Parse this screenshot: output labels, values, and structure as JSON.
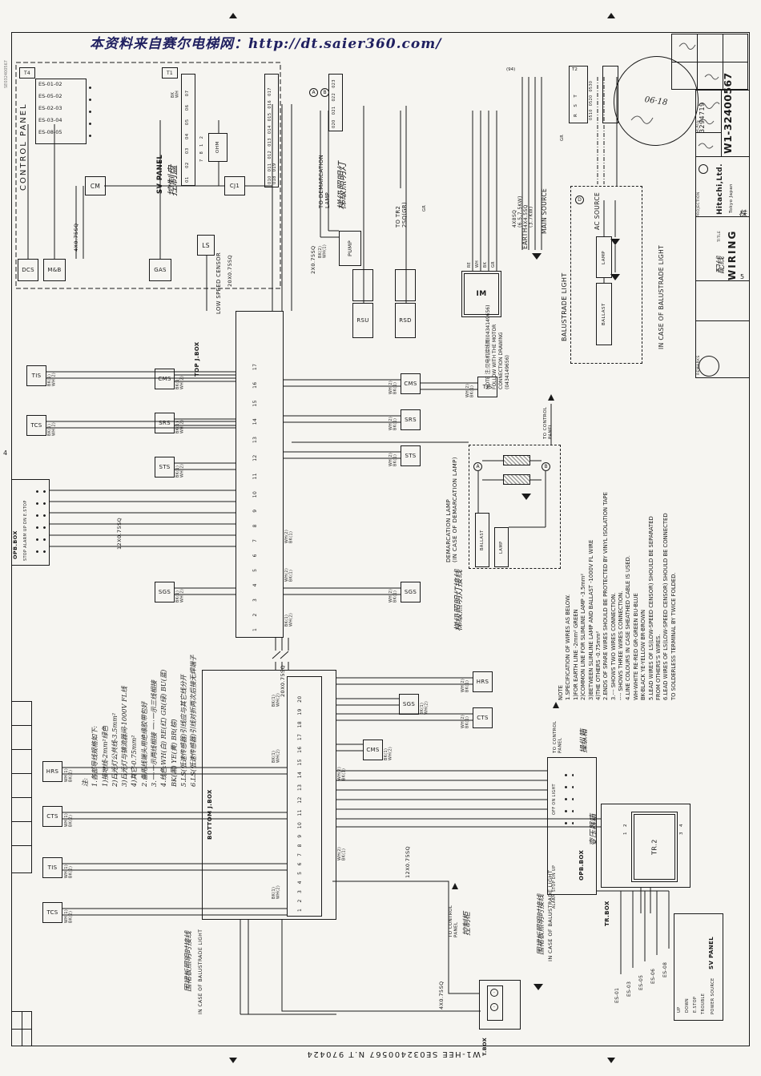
{
  "meta": {
    "watermark": "本资料来自赛尔电梯网：http://dt.saier360.com/",
    "footer_mirrored": "W1-HEE SE032400567 N.T 970424",
    "doc_small": "SE032400567",
    "zone4": "4"
  },
  "title_block": {
    "drawing_no": "3294719",
    "doc_no": "W1-32400567",
    "company": "Hitachi,Ltd.",
    "location": "Tokyo Japan",
    "projection": "PROJECTION",
    "scale": "SCALE",
    "title_label": "TITLE",
    "title": "WIRING",
    "title_cn": "配线",
    "remarks": "REMARKS",
    "sheet": "5",
    "kabu": "株",
    "stamp_date": "06·18"
  },
  "panels": {
    "control_panel": "CONTROL PANEL",
    "sv_panel": "SV PANEL",
    "sv_panel_cn": "控制盘",
    "top_jbox": "TOP J.BOX",
    "bottom_jbox": "BOTTOM J.BOX",
    "opb_box": "OPB.BOX",
    "tr_box": "TR.BOX",
    "tr2": "TR.2",
    "t_box": "T.BOX",
    "sv_panel2": "SV PANEL"
  },
  "comp": {
    "t4": "T4",
    "t1": "T1",
    "t2": "T2",
    "cm": "CM",
    "cj1": "CJ1",
    "ohm": "OHM",
    "dcs": "DCS",
    "mb": "M&B",
    "gas": "GAS",
    "ls": "LS",
    "pump": "PUMP",
    "rsu": "RSU",
    "rsd": "RSD",
    "im": "IM",
    "lamp": "LAMP",
    "ballast": "BALLAST",
    "tag94": "(94)",
    "gr": "GR"
  },
  "sens": {
    "tis": "TIS",
    "tcs": "TCS",
    "cms": "CMS",
    "srs": "SRS",
    "sts": "STS",
    "sgs": "SGS",
    "hrs": "HRS",
    "cts": "CTS"
  },
  "wires": {
    "w4": "4X0.75SQ",
    "w20": "20X0.75SQ",
    "w2": "2X0.75SQ",
    "w12": "12X0.75SQ"
  },
  "pins": {
    "strip1": "01 02 03 04 05 06 07",
    "strip2": "010 011 012 013 014 015 016 017 018 019",
    "strip3": "020 021 022 023",
    "ohm": "7 8 1 2",
    "t2rst": "R S T",
    "t2codes": "0510 0520 0530",
    "bw": "BK\nWH",
    "top_jbox": "1 2 3 4 5 6 7 8 9 10 11 12 13 14 15 16 17",
    "bottom_jbox": "1 2 3 4 5 6 7 8 9 10 11 12 13 14 15 16 17 18 19 20",
    "pair_bw": "BK(1)\nWH(2)",
    "pair_wb": "WH(2)\nBK(1)",
    "pair_bw2": "BK(2)\nWH(1)",
    "pair_wb2": "WH(1)\nBK(2)",
    "tr12": "1 2",
    "tr34": "3 4",
    "im_tags": [
      "RE",
      "WH",
      "BK",
      "GR"
    ]
  },
  "labels": {
    "low_speed": "LOW SPEED CENSOR",
    "to_demarc": "TO DEMARCATION\nLAMP",
    "to_tr2": "TO TR2\n2SQ(GR)",
    "main_source": "MAIN SOURCE",
    "earth": "EARTH",
    "ac_source": "AC SOURCE",
    "power_spec": "4X8SQ\n(6.5,7.5KW)\n4X4.5SQ\n(3.7KW)",
    "balustrade": "BALUSTRADE LIGHT",
    "in_case_bal": "IN CASE OF BALUSTRADE LIGHT",
    "demarc_lamp": "DEMARCATION LAMP\n(IN CASE OF DEMARCATION LAMP)",
    "to_ctrl": "TO CONTROL\nPANEL",
    "motor_note": "NOTE 注:见电机接线图(0434149656)\nFOLLOW WITH THE MOTOR\nCONNECTION DRAWING (0434149656)",
    "opb_row": "STOP ALARM UP DN E.STOP",
    "opb2_row1": "OFF ON LIGHT",
    "opb2_row2": "ALARM STOP DN UP",
    "sv_items": [
      "UP",
      "DOWN",
      "E.STOP",
      "TROUBLE",
      "POWER SOURCE"
    ],
    "es_items": [
      "ES-01",
      "ES-03",
      "ES-05",
      "ES-06",
      "ES-08"
    ],
    "es_top": [
      "ES-01-02",
      "ES-05-02",
      "ES-02-03",
      "ES-03-04",
      "ES-08-05"
    ]
  },
  "letters": {
    "a": "A",
    "b": "B",
    "d": "D"
  },
  "notes": {
    "en": "NOTE\n1.SPECIFICATION OF WIRES AS BELOW.\n 1)FOR EARTH LINE -2mm² GREEN\n 2)COMMON LINE FOR SLIMLINE LAMP -3.5mm²\n 3)BETWEEN SLIMLINE LAMP AND BALLAST -1000V FL WIRE\n 4)THE OTHERS -0.75mm²\n2.ENDS OF SPARE WIRES SHOULD BE PROTECTED BY VINYL ISOLATION TAPE\n3.-·- SHOWS TWO WIRES CONNECTION.\n -··- SHOWS THREE WIRES CONNECTION.\n4.LINE COLOURS IN CASE SHEATHED CABLE IS USED.\n WH-WHITE  RE-RED  GR-GREEN  BU-BLUE\n BK-BLACK  YE-YELLOW  BR-BROWN\n5.LEAD WIRES OF LS(LOW-SPEED CENSOR) SHOULD BE SEPARATED\n FROM OTHERS'S WIRES.\n6.LEAD WIRES OF LS(LOW-SPEED CENSOR) SHOULD BE CONNECTED\n TO SOLDERLESS TERMINAL BY TWICE FOLDED.",
    "cn": "注:\n1.各部导线规格如下:\n 1)接地线-2mm²绿色\n 2)日光灯公共线-3.5mm²\n 3)日光灯与镇流器间-1000V FL线\n 4)其它-0.75mm²\n2.备用线端头用绝缘胶带包好\n3.一·一示两线相接 一··一示三线相接\n4.线色:WH(白) RE(红) GR(绿) BU(蓝)\n  BK(黑) YE(黄) BR(棕)\n5.LS(低速传感器)引线应与其它线分开\n6.LS(低速传感器)引线对折两次后接无焊端子"
  },
  "cn": {
    "demarc": "梯级照明灯",
    "demarc2": "梯级照明灯接线",
    "bal1": "围裙板照明时接线",
    "bal2": "围裙板照明时接线",
    "transformer": "变压器箱",
    "ctrl_cab": "控制柜",
    "opb": "操纵箱"
  }
}
